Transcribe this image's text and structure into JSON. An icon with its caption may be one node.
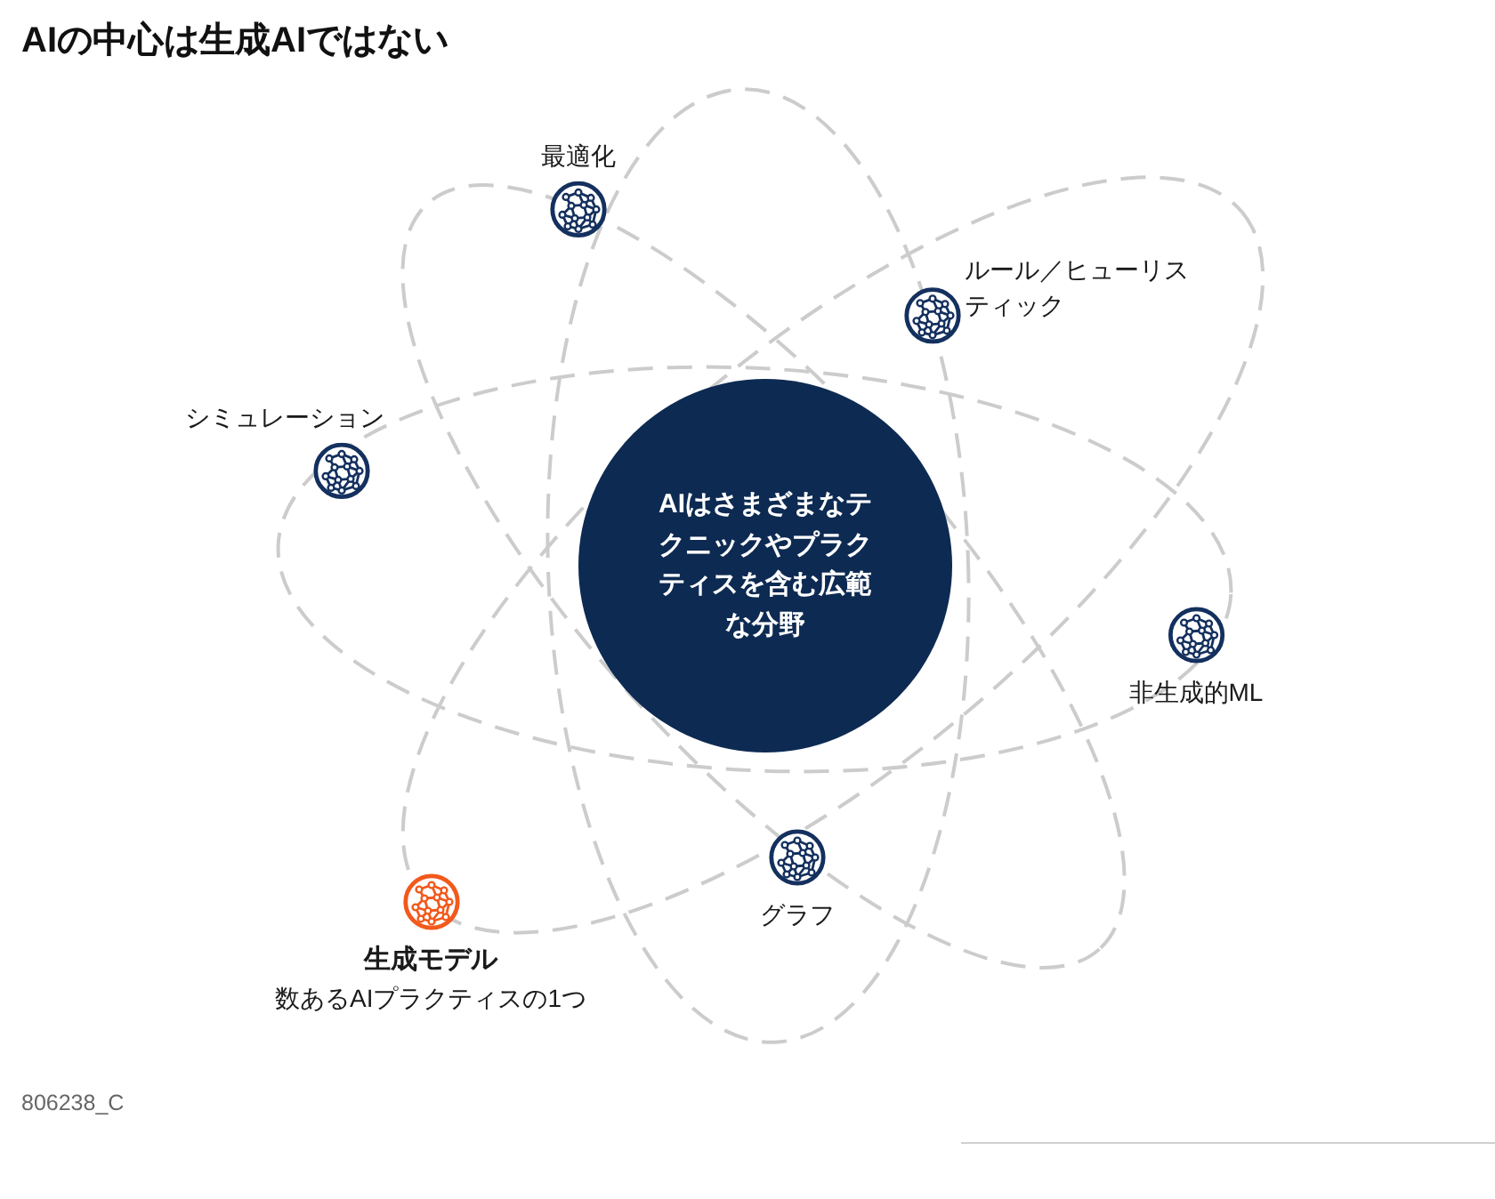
{
  "diagram": {
    "title": "AIの中心は生成AIではない",
    "nodes": [
      {
        "text": [
          "最適化"
        ]
      },
      {
        "text": [
          "ルール／ヒューリスティック"
        ]
      },
      {
        "text": [
          "シミュレーション"
        ]
      },
      {
        "text": [
          "AIはさまざまなテクニックやプラクティスを含む広範な分野"
        ]
      },
      {
        "text": [
          "非生成的ML"
        ]
      },
      {
        "text": [
          "グラフ"
        ]
      },
      {
        "text": [
          "生成モデル",
          "数あるAIプラクティスの1つ"
        ]
      }
    ],
    "labels": [
      "806238_C"
    ]
  }
}
